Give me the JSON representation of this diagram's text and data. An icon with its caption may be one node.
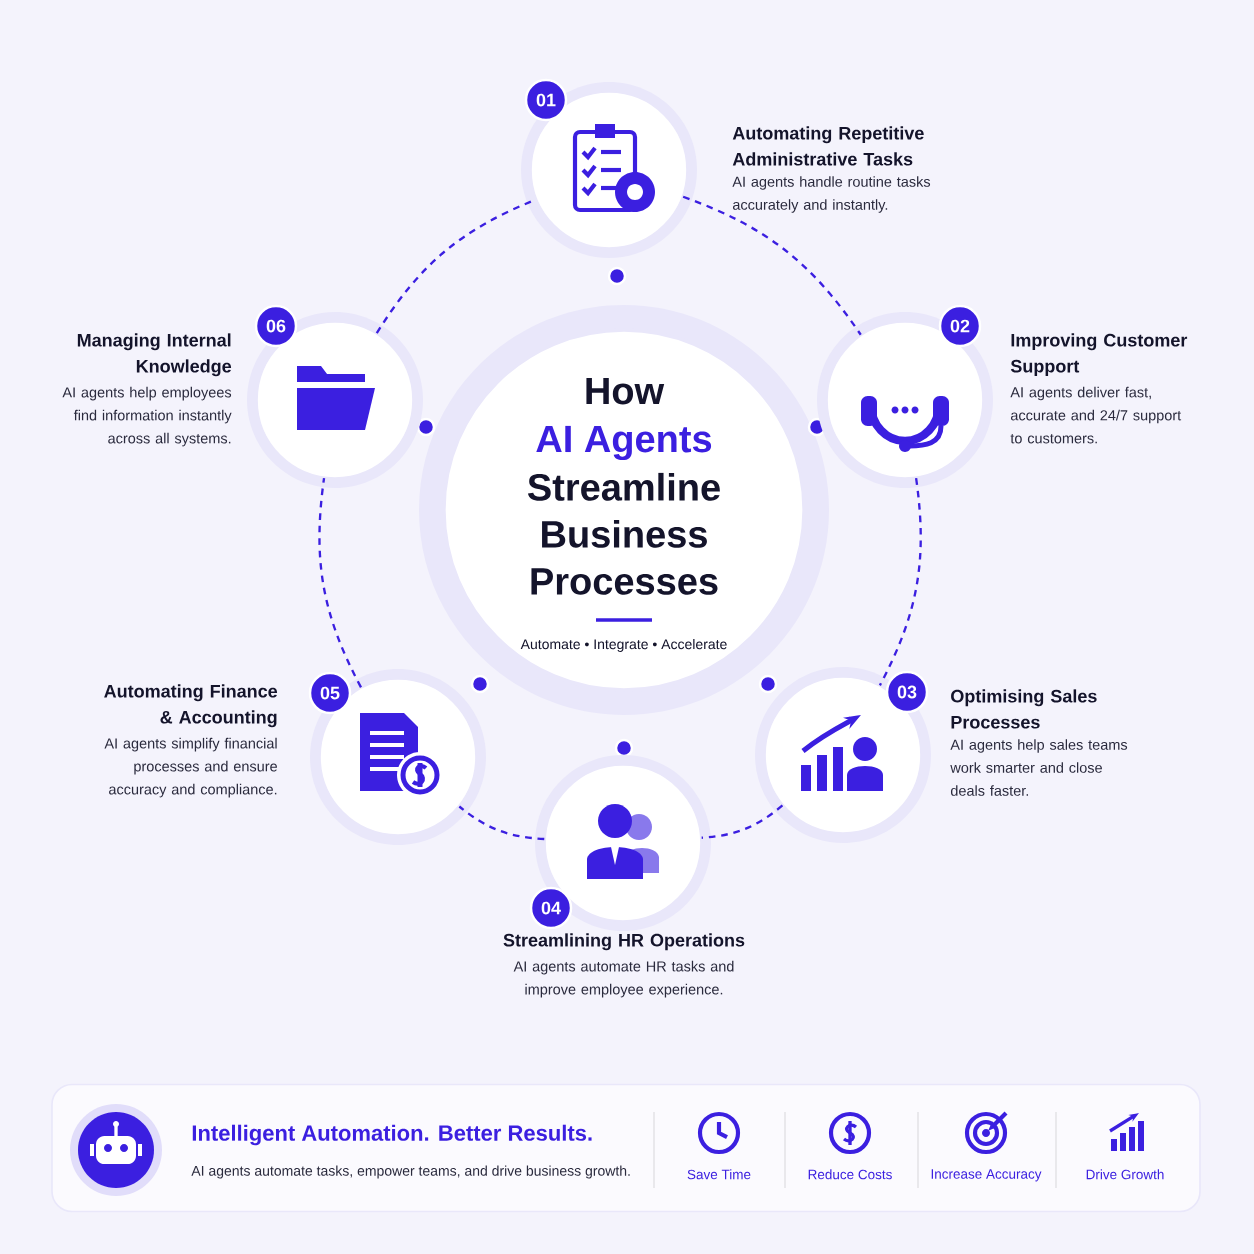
{
  "diagram": {
    "nodes": [
      {
        "text": [
          "How",
          "AI Agents",
          "Streamline Business Processes",
          "Automate • Integrate • Accelerate"
        ]
      },
      {
        "text": [
          "Automating Repetitive Administrative Tasks",
          "AI agents handle routine tasks accurately and instantly."
        ],
        "beside": [
          "01"
        ]
      },
      {
        "text": [
          "Improving Customer Support",
          "AI agents deliver fast, accurate and 24/7 support to customers."
        ],
        "beside": [
          "02"
        ]
      },
      {
        "text": [
          "Optimising Sales Processes",
          "AI agents help sales teams work smarter and close deals faster."
        ],
        "beside": [
          "03"
        ]
      },
      {
        "text": [
          "Streamlining HR Operations",
          "AI agents automate HR tasks and improve employee experience."
        ],
        "beside": [
          "04"
        ]
      },
      {
        "text": [
          "Automating Finance & Accounting",
          "AI agents simplify financial processes and ensure accuracy and compliance."
        ],
        "beside": [
          "05"
        ]
      },
      {
        "text": [
          "Managing Internal Knowledge",
          "AI agents help employees find information instantly across all systems."
        ],
        "beside": [
          "06"
        ]
      },
      {
        "text": [
          "Intelligent Automation. Better Results.",
          "AI agents automate tasks, empower teams, and drive business growth."
        ]
      }
    ],
    "edges": [
      {
        "from": 1,
        "to": 2,
        "arrow": "none",
        "style": "dashed"
      },
      {
        "from": 2,
        "to": 3,
        "arrow": "none",
        "style": "dashed"
      },
      {
        "from": 3,
        "to": 4,
        "arrow": "none",
        "style": "dashed"
      },
      {
        "from": 4,
        "to": 5,
        "arrow": "none",
        "style": "dashed"
      },
      {
        "from": 5,
        "to": 6,
        "arrow": "none",
        "style": "dashed"
      },
      {
        "from": 6,
        "to": 1,
        "arrow": "none",
        "style": "dashed"
      }
    ],
    "labels": [
      "Save Time",
      "Reduce Costs",
      "Increase Accuracy",
      "Drive Growth"
    ]
  }
}
